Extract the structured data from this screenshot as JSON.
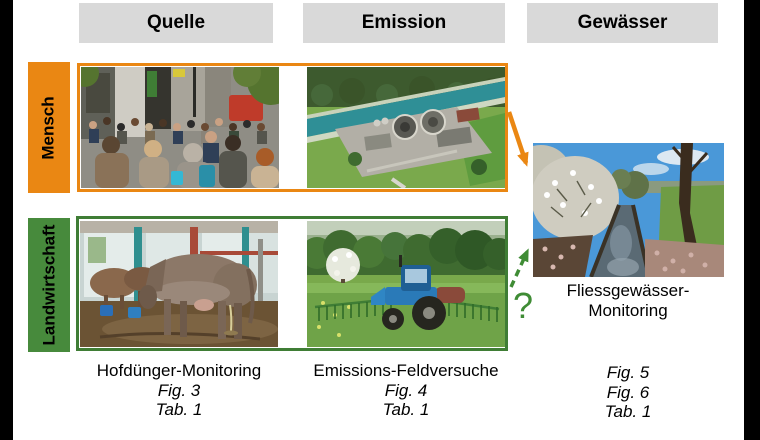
{
  "headers": {
    "source": "Quelle",
    "emission": "Emission",
    "water": "Gewässer"
  },
  "row_labels": {
    "human": "Mensch",
    "agriculture": "Landwirtschaft"
  },
  "captions": {
    "manure": {
      "title": "Hofdünger-Monitoring",
      "fig": "Fig. 3",
      "tab": "Tab. 1"
    },
    "emission_trials": {
      "title": "Emissions-Feldversuche",
      "fig": "Fig. 4",
      "tab": "Tab. 1"
    },
    "stream": {
      "title_line1": "Fliessgewässer-",
      "title_line2": "Monitoring",
      "fig_a": "Fig. 5",
      "fig_b": "Fig. 6",
      "tab": "Tab. 1"
    }
  },
  "annotations": {
    "question_mark": "?"
  },
  "colors": {
    "orange": "#EA8713",
    "green_label": "#478A3C",
    "green_frame": "#3F7D35",
    "green_arrow": "#3F8C35",
    "header_bg": "#D9D9D9",
    "letterbox": "#000000"
  }
}
